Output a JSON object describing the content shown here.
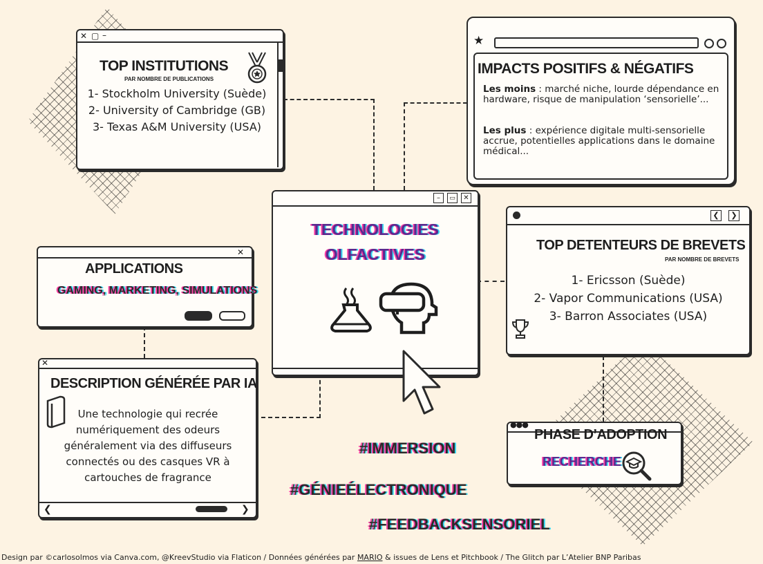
{
  "top_institutions": {
    "title": "TOP INSTITUTIONS",
    "subtitle": "PAR NOMBRE DE PUBLICATIONS",
    "items": [
      "1- Stockholm University (Suède)",
      "2- University of Cambridge (GB)",
      "3- Texas A&M University (USA)"
    ]
  },
  "impacts": {
    "title": "IMPACTS POSITIFS & NÉGATIFS",
    "minus_label": "Les moins",
    "minus_text": " : marché niche, lourde dépendance en hardware, risque de manipulation ‘sensorielle’...",
    "plus_label": "Les plus",
    "plus_text": " : expérience digitale multi-sensorielle accrue, potentielles applications dans le domaine médical..."
  },
  "center": {
    "line1": "TECHNOLOGIES",
    "line2": "OLFACTIVES"
  },
  "applications": {
    "title": "APPLICATIONS",
    "text": "GAMING, MARKETING, SIMULATIONS"
  },
  "brevets": {
    "title": "TOP DETENTEURS DE BREVETS",
    "subtitle": "PAR NOMBRE DE BREVETS",
    "items": [
      "1- Ericsson (Suède)",
      "2- Vapor Communications (USA)",
      "3- Barron Associates (USA)"
    ]
  },
  "description": {
    "title": "DESCRIPTION GÉNÉRÉE PAR IA",
    "text": "Une technologie qui recrée numériquement des odeurs généralement via des diffuseurs connectés ou des casques VR à cartouches de fragrance"
  },
  "adoption": {
    "title": "PHASE D’ADOPTION",
    "phase": "RECHERCHE"
  },
  "hashtags": [
    "#IMMERSION",
    "#GÉNIEÉLECTRONIQUE",
    "#FEEDBACKSENSORIEL"
  ],
  "footer": {
    "part1": "Design par ©carlosolmos via Canva.com, @KreevStudio via Flaticon  / Données générées par ",
    "mario": "MARIO",
    "part2": " & issues de Lens et Pitchbook / The Glitch par L’Atelier BNP Paribas"
  },
  "colors": {
    "background": "#fdf3e3",
    "ink": "#2a2a2a",
    "glitch_pink": "#ff3fa4",
    "glitch_cyan": "#35d6f0",
    "purple": "#5b2a8e"
  }
}
